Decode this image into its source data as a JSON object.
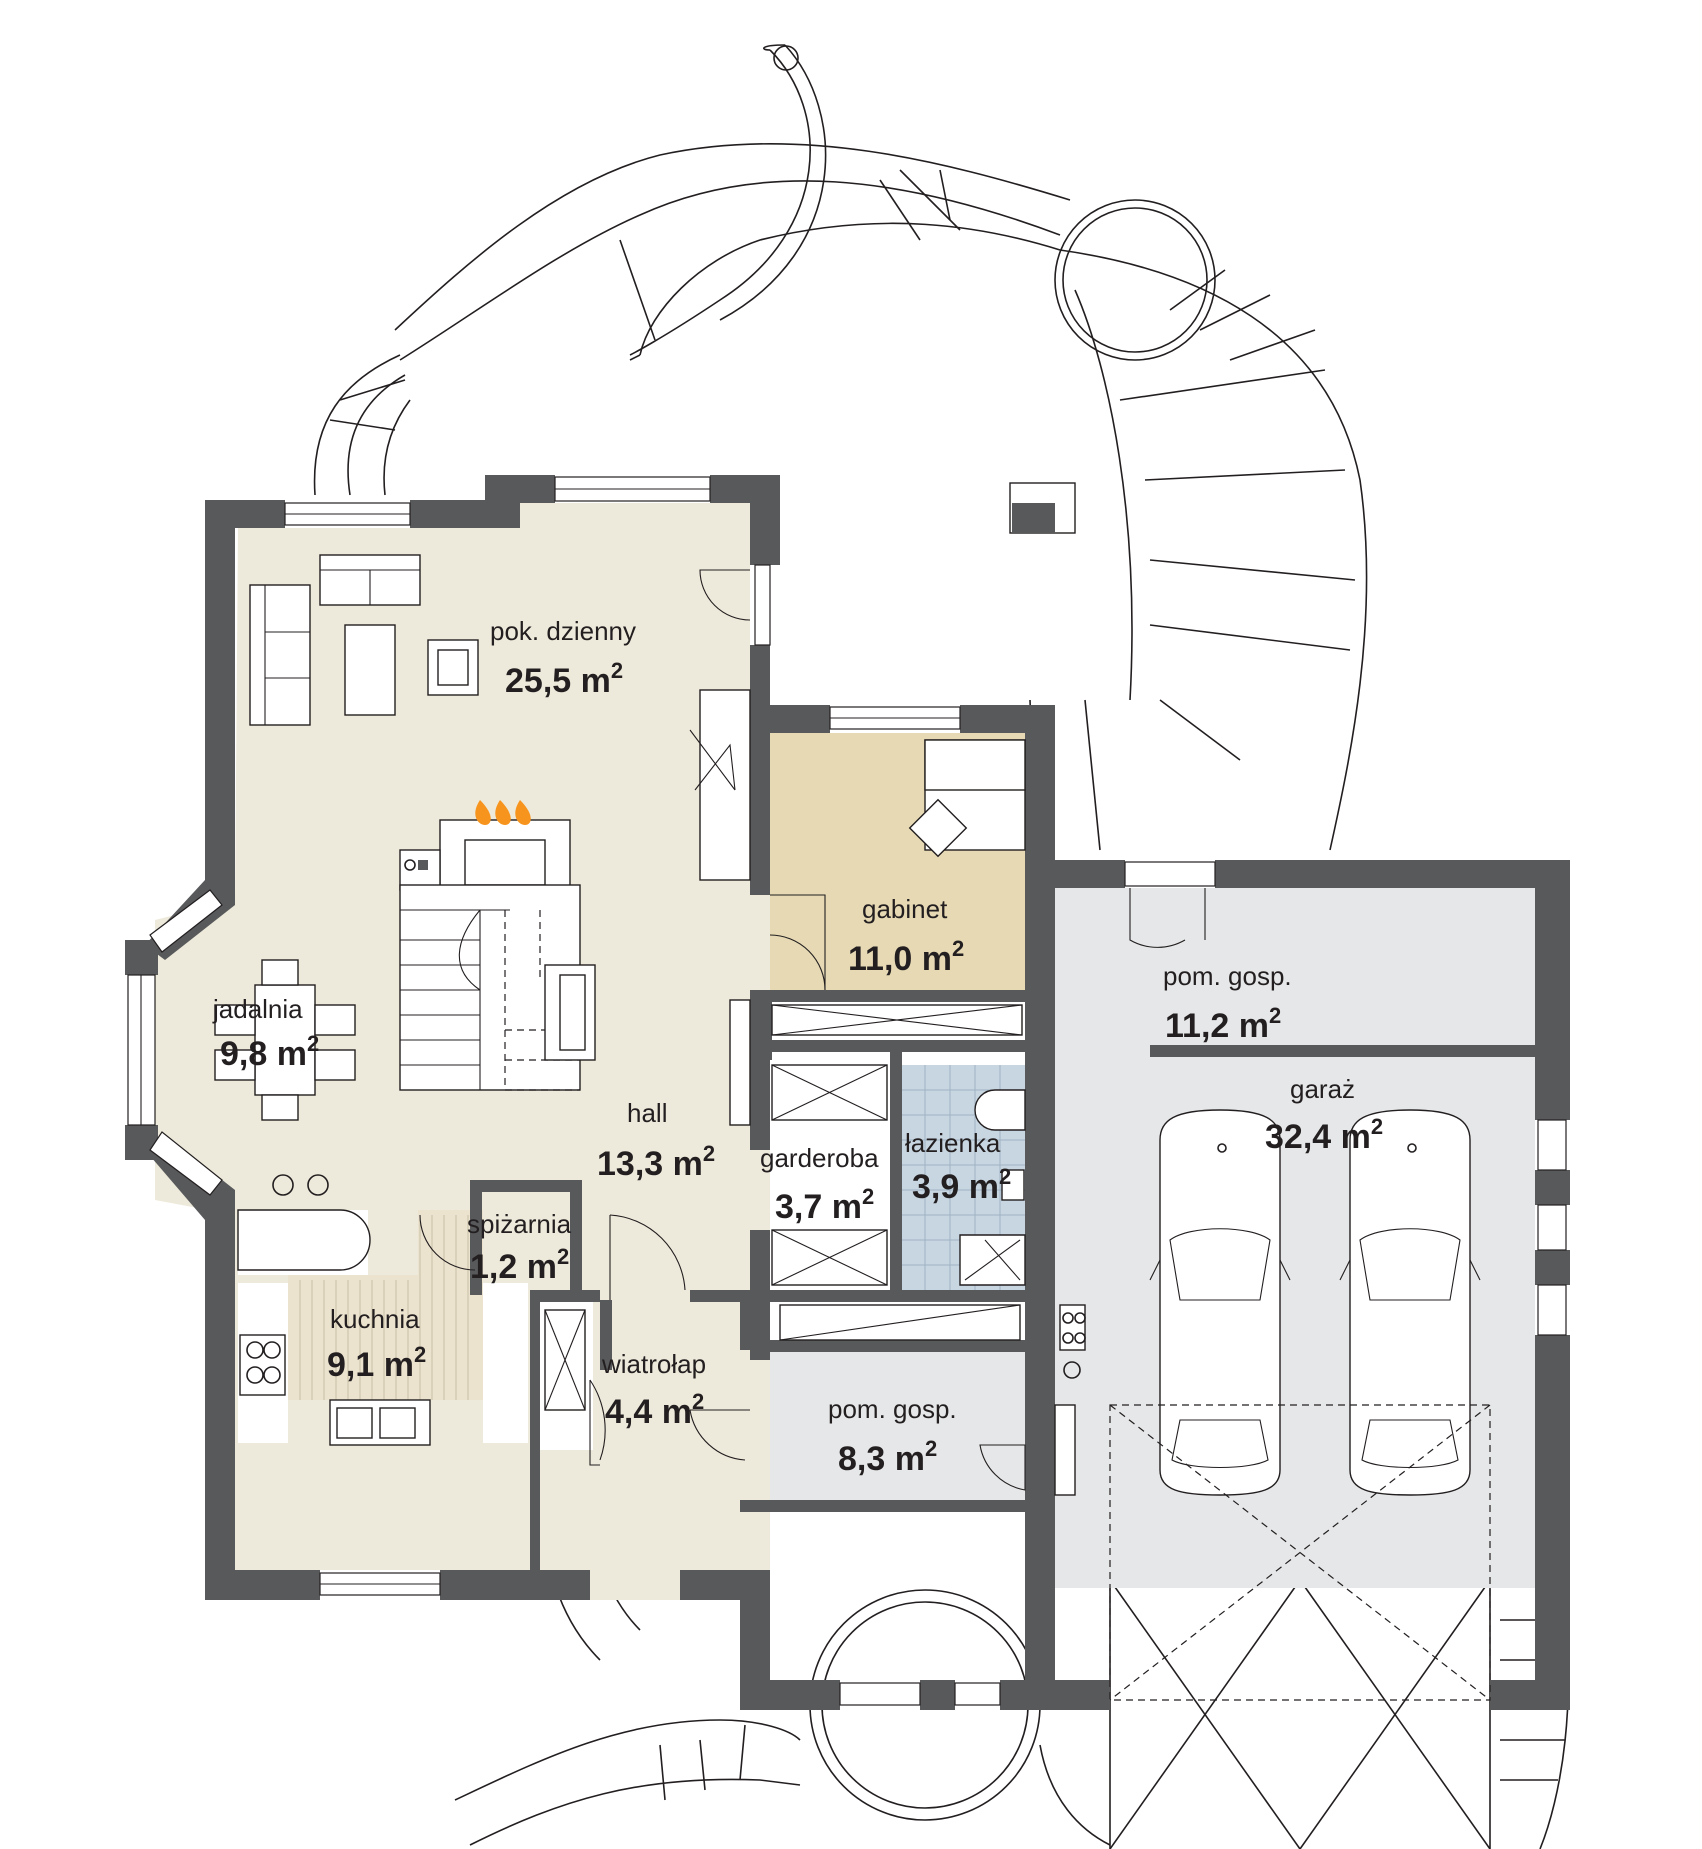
{
  "colors": {
    "wall": "#58595b",
    "day_zone": "#eeeadb",
    "office": "#e6d9b4",
    "bathroom": "#c8d6e1",
    "utility": "#e6e7e8",
    "kitchen_floor": "#ece3cf",
    "fire": "#f7941d"
  },
  "rooms": [
    {
      "id": "living",
      "name": "pok. dzienny",
      "area": "25,5 m",
      "sup": "2"
    },
    {
      "id": "dining",
      "name": "jadalnia",
      "area": "9,8 m",
      "sup": "2"
    },
    {
      "id": "office",
      "name": "gabinet",
      "area": "11,0 m",
      "sup": "2"
    },
    {
      "id": "hall",
      "name": "hall",
      "area": "13,3 m",
      "sup": "2"
    },
    {
      "id": "wardrobe",
      "name": "garderoba",
      "area": "3,7 m",
      "sup": "2"
    },
    {
      "id": "bathroom",
      "name": "łazienka",
      "area": "3,9 m",
      "sup": "2"
    },
    {
      "id": "pantry",
      "name": "spiżarnia",
      "area": "1,2 m",
      "sup": "2"
    },
    {
      "id": "kitchen",
      "name": "kuchnia",
      "area": "9,1 m",
      "sup": "2"
    },
    {
      "id": "vestibule",
      "name": "wiatrołap",
      "area": "4,4 m",
      "sup": "2"
    },
    {
      "id": "utility1",
      "name": "pom. gosp.",
      "area": "11,2 m",
      "sup": "2"
    },
    {
      "id": "garage",
      "name": "garaż",
      "area": "32,4 m",
      "sup": "2"
    },
    {
      "id": "utility2",
      "name": "pom. gosp.",
      "area": "8,3 m",
      "sup": "2"
    }
  ]
}
